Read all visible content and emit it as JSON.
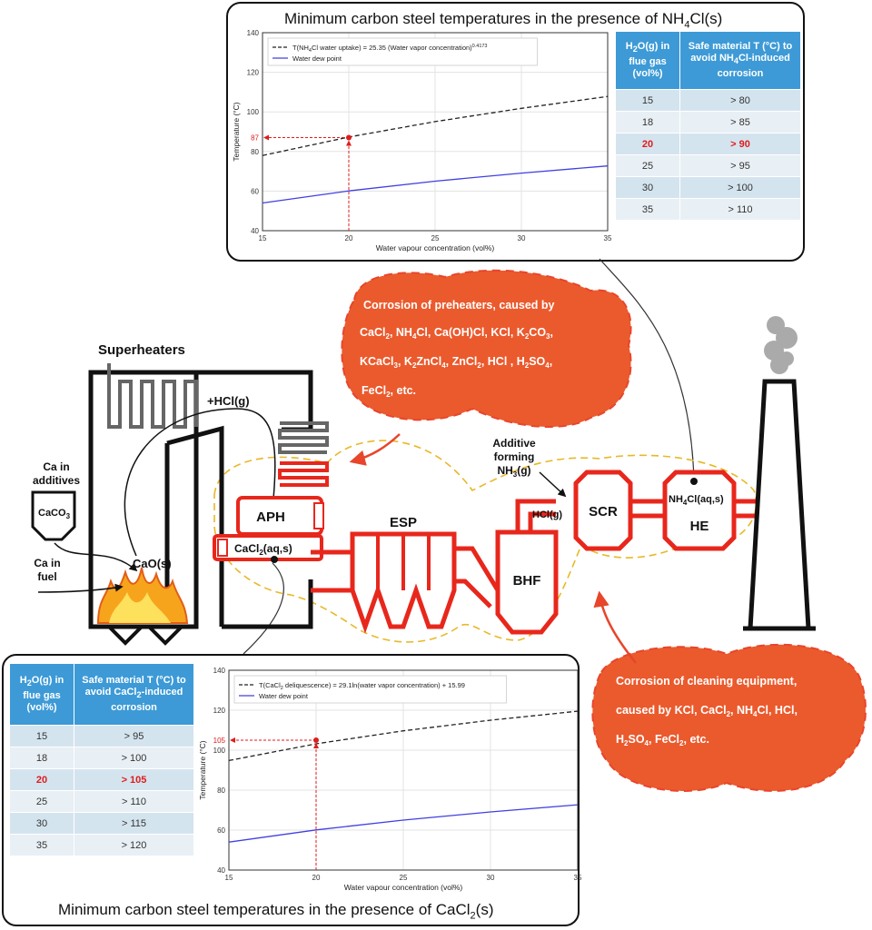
{
  "top_panel": {
    "title_pre": "Minimum carbon steel temperatures in the presence of NH",
    "title_sub": "4",
    "title_post": "Cl(s)",
    "table": {
      "h1_pre": "H",
      "h1_sub": "2",
      "h1_post": "O(g) in flue gas (vol%)",
      "h2_pre": "Safe material T (°C) to avoid NH",
      "h2_sub": "4",
      "h2_post": "Cl-induced corrosion",
      "rows": [
        {
          "h2o": "15",
          "t": "> 80"
        },
        {
          "h2o": "18",
          "t": "> 85"
        },
        {
          "h2o": "20",
          "t": "> 90"
        },
        {
          "h2o": "25",
          "t": "> 95"
        },
        {
          "h2o": "30",
          "t": "> 100"
        },
        {
          "h2o": "35",
          "t": "> 110"
        }
      ]
    }
  },
  "bottom_panel": {
    "title_pre": "Minimum carbon steel temperatures in the presence of CaCl",
    "title_sub": "2",
    "title_post": "(s)",
    "table": {
      "h1_pre": "H",
      "h1_sub": "2",
      "h1_post": "O(g) in flue gas (vol%)",
      "h2_pre": "Safe material T (°C) to avoid CaCl",
      "h2_sub": "2",
      "h2_post": "-induced corrosion",
      "rows": [
        {
          "h2o": "15",
          "t": "> 95"
        },
        {
          "h2o": "18",
          "t": "> 100"
        },
        {
          "h2o": "20",
          "t": "> 105"
        },
        {
          "h2o": "25",
          "t": "> 110"
        },
        {
          "h2o": "30",
          "t": "> 115"
        },
        {
          "h2o": "35",
          "t": "> 120"
        }
      ]
    }
  },
  "chart_data": [
    {
      "type": "line",
      "xlabel": "Water vapour concentration (vol%)",
      "ylabel": "Temperature (°C)",
      "xlim": [
        15,
        35
      ],
      "ylim": [
        40,
        140
      ],
      "xticks": [
        15,
        20,
        25,
        30,
        35
      ],
      "yticks": [
        40,
        60,
        80,
        100,
        120,
        140
      ],
      "grid": true,
      "legend": "top-left",
      "marker": {
        "x": 20,
        "y": 87,
        "label": "87"
      },
      "series": [
        {
          "name_pre": "T(NH",
          "name_sub": "4",
          "name_mid": "Cl water uptake) = 25.35 (Water vapor concentration)",
          "name_sup": "0.4173",
          "style": "dashed",
          "color": "#222222",
          "x": [
            15,
            20,
            25,
            30,
            35
          ],
          "y": [
            78.0,
            87.3,
            95.1,
            101.8,
            107.8
          ]
        },
        {
          "name": "Water dew point",
          "style": "solid",
          "color": "#4040e0",
          "x": [
            15,
            20,
            25,
            30,
            35
          ],
          "y": [
            54.0,
            60.1,
            65.0,
            69.1,
            72.7
          ]
        }
      ]
    },
    {
      "type": "line",
      "xlabel": "Water vapour concentration (vol%)",
      "ylabel": "Temperature (°C)",
      "xlim": [
        15,
        35
      ],
      "ylim": [
        40,
        140
      ],
      "xticks": [
        15,
        20,
        25,
        30,
        35
      ],
      "yticks": [
        40,
        60,
        80,
        100,
        120,
        140
      ],
      "grid": true,
      "legend": "top-left",
      "marker": {
        "x": 20,
        "y": 105,
        "label": "105"
      },
      "series": [
        {
          "name_pre": "T(CaCl",
          "name_sub": "2",
          "name_mid": " deliquescence) = 29.1ln(water vapor concentration) + 15.99",
          "style": "dashed",
          "color": "#222222",
          "x": [
            15,
            20,
            25,
            30,
            35
          ],
          "y": [
            94.8,
            103.2,
            109.7,
            115.0,
            119.5
          ]
        },
        {
          "name": "Water dew point",
          "style": "solid",
          "color": "#4040e0",
          "x": [
            15,
            20,
            25,
            30,
            35
          ],
          "y": [
            54.0,
            60.1,
            65.0,
            69.1,
            72.7
          ]
        }
      ]
    }
  ],
  "diagram": {
    "superheaters": "Superheaters",
    "hcl_plus": "+HCl(g)",
    "ca_additives": [
      "Ca in",
      "additives"
    ],
    "caco3_pre": "CaCO",
    "caco3_sub": "3",
    "ca_fuel": [
      "Ca in",
      "fuel"
    ],
    "cao": "CaO(s)",
    "aph": "APH",
    "cacl2_pre": "CaCl",
    "cacl2_sub": "2",
    "cacl2_post": "(aq,s)",
    "esp": "ESP",
    "bhf": "BHF",
    "hcl_g": "HCl(g)",
    "scr": "SCR",
    "he": "HE",
    "nh4cl_pre": "NH",
    "nh4cl_sub": "4",
    "nh4cl_post": "Cl(aq,s)",
    "additive": [
      "Additive",
      "forming"
    ],
    "nh3_pre": "NH",
    "nh3_sub": "3",
    "nh3_post": "(g)",
    "bubble_preheaters": {
      "line1": "Corrosion of preheaters, caused by",
      "line2_pre": "CaCl",
      "line2_sub1": "2",
      "line2_mid1": ", NH",
      "line2_sub2": "4",
      "line2_post": "Cl, Ca(OH)Cl, KCl, K",
      "line2_sub3": "2",
      "line2_end": "CO",
      "line2_sub4": "3",
      "line2_tail": ",",
      "line3_pre": "KCaCl",
      "line3_sub1": "3",
      "line3_mid": ", K",
      "line3_sub2": "2",
      "line3_mid2": "ZnCl",
      "line3_sub3": "4",
      "line3_mid3": ", ZnCl",
      "line3_sub4": "2",
      "line3_mid4": ", HCl , H",
      "line3_sub5": "2",
      "line3_mid5": "SO",
      "line3_sub6": "4",
      "line3_tail": ",",
      "line4_pre": "FeCl",
      "line4_sub": "2",
      "line4_post": ", etc."
    },
    "bubble_cleaning": {
      "line1": "Corrosion of cleaning equipment,",
      "line2_pre": "caused by KCl, CaCl",
      "line2_sub": "2",
      "line2_post": ", NH",
      "line2_sub2": "4",
      "line2_tail": "Cl, HCl,",
      "line3_pre": "H",
      "line3_sub1": "2",
      "line3_mid": "SO",
      "line3_sub2": "4",
      "line3_mid2": ", FeCl",
      "line3_sub3": "2",
      "line3_tail": ", etc."
    }
  }
}
